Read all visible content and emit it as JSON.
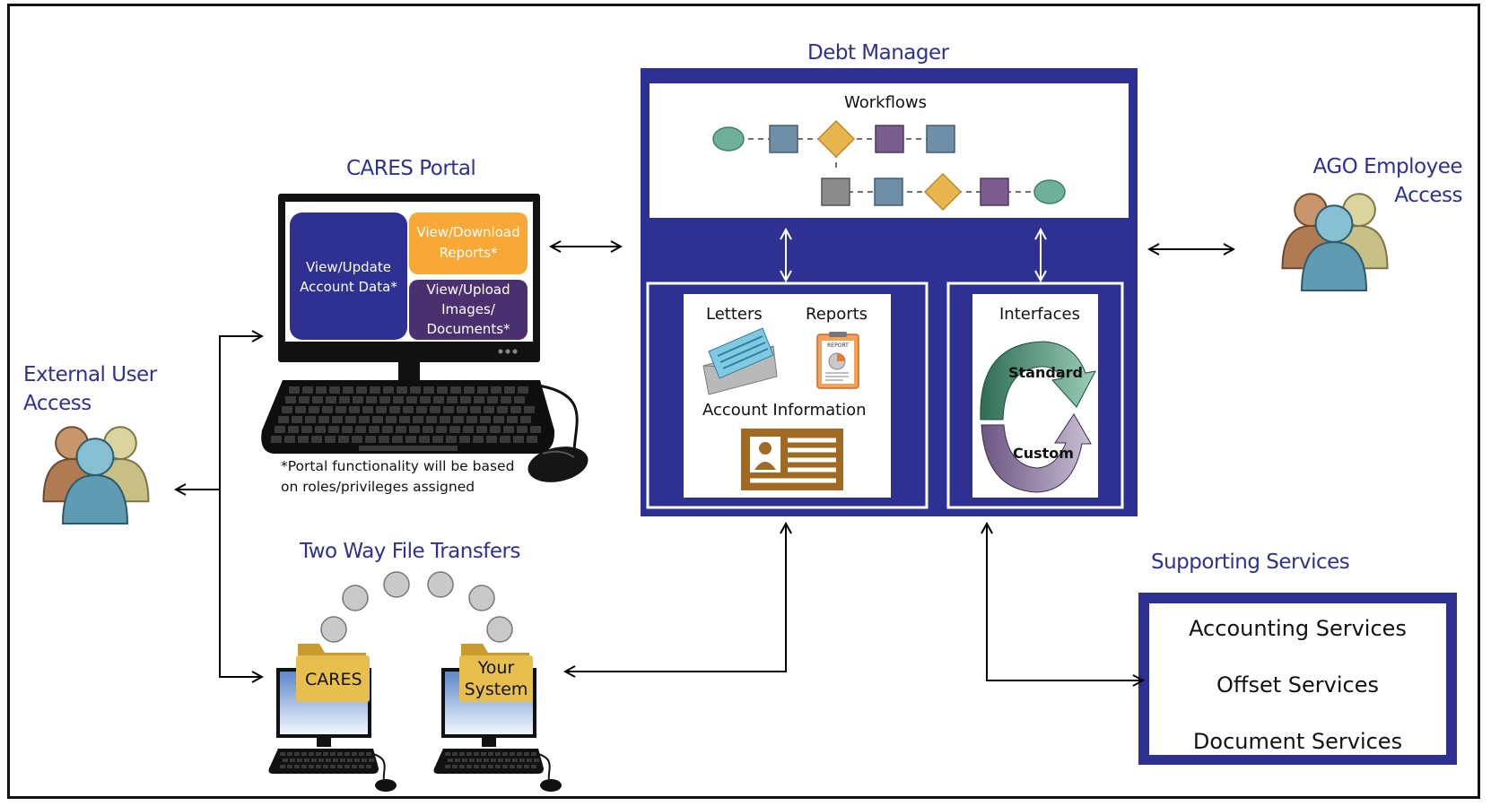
{
  "cares_portal": {
    "title": "CARES Portal",
    "tile_update": "View/Update Account Data*",
    "tile_reports": "View/Download Reports*",
    "tile_images": "View/Upload Images/ Documents*",
    "footnote_line1": "*Portal functionality will be based",
    "footnote_line2": "on roles/privileges assigned"
  },
  "external_user": {
    "line1": "External User",
    "line2": "Access"
  },
  "ago_employee": {
    "line1": "AGO Employee",
    "line2": "Access"
  },
  "debt_manager": {
    "title": "Debt Manager",
    "workflows": "Workflows",
    "letters": "Letters",
    "reports": "Reports",
    "report_icon_text": "REPORT",
    "account_information": "Account Information",
    "interfaces": "Interfaces",
    "standard": "Standard",
    "custom": "Custom"
  },
  "file_transfers": {
    "title": "Two Way File Transfers",
    "folder_cares": "CARES",
    "folder_your_line1": "Your",
    "folder_your_line2": "System"
  },
  "supporting_services": {
    "title": "Supporting Services",
    "items": [
      "Accounting Services",
      "Offset Services",
      "Document Services"
    ]
  },
  "colors": {
    "navy": "#2e3192",
    "title_blue": "#2e3192",
    "tile_blue": "#2e3192",
    "tile_orange": "#f7a837",
    "tile_purple": "#4b3070",
    "folder_gold": "#e7bf4e"
  },
  "icons": [
    "people-group-icon",
    "desktop-computer-icon",
    "keyboard-icon",
    "mouse-icon",
    "folder-icon",
    "envelope-icon",
    "report-clipboard-icon",
    "id-card-icon",
    "cycle-arrows-icon"
  ]
}
